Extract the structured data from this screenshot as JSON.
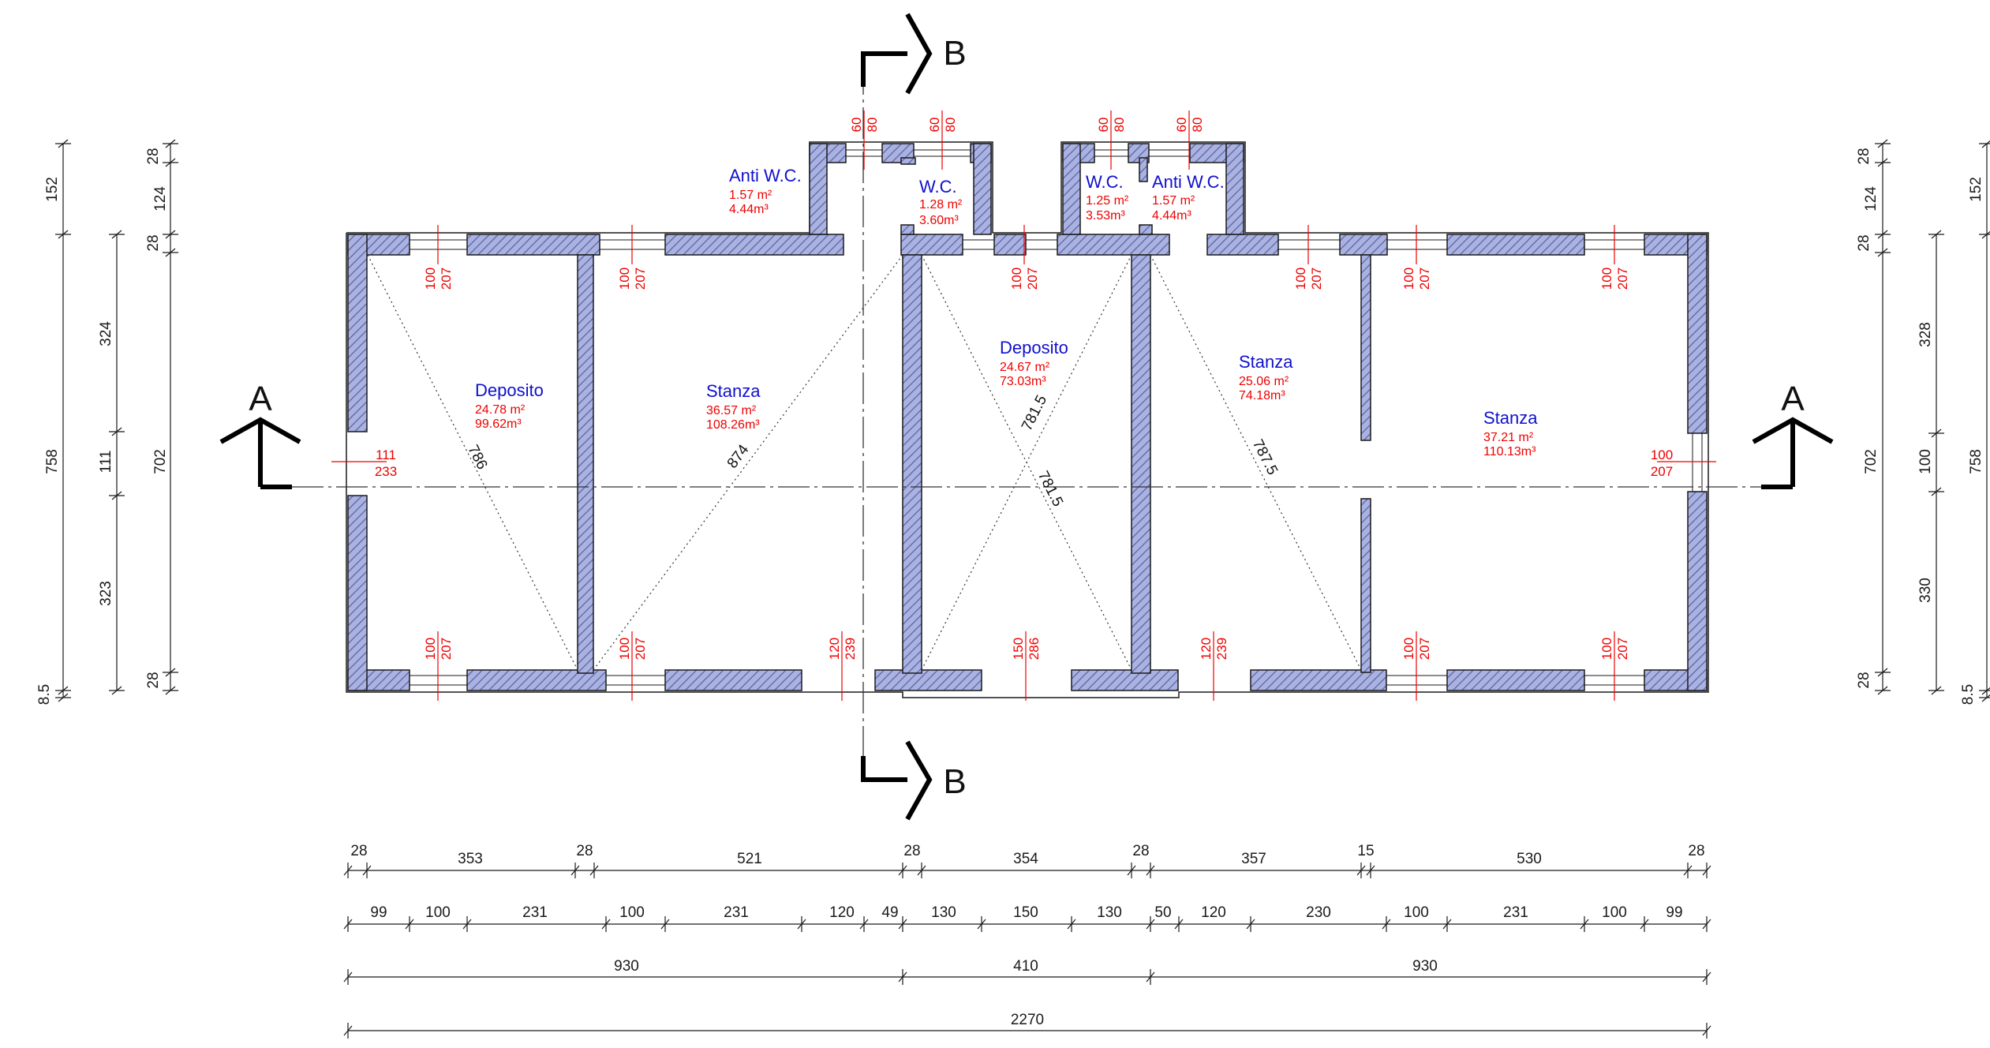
{
  "colors": {
    "wall_fill": "#aab2e0",
    "wall_hatch": "#5a62a8",
    "wall_stroke": "#1a1a1a",
    "room_label": "#1010cc",
    "opening_label": "#ee0000",
    "dimension": "#1a1a1a"
  },
  "section_marks": {
    "a_left": "A",
    "a_right": "A",
    "b_top": "B",
    "b_bottom": "B"
  },
  "rooms": [
    {
      "name": "Deposito",
      "area": "24.78 m²",
      "volume": "99.62m³"
    },
    {
      "name": "Stanza",
      "area": "36.57 m²",
      "volume": "108.26m³"
    },
    {
      "name": "Anti W.C.",
      "area": "1.57 m²",
      "volume": "4.44m³"
    },
    {
      "name": "W.C.",
      "area": "1.28 m²",
      "volume": "3.60m³"
    },
    {
      "name": "Deposito",
      "area": "24.67 m²",
      "volume": "73.03m³"
    },
    {
      "name": "W.C.",
      "area": "1.25 m²",
      "volume": "3.53m³"
    },
    {
      "name": "Anti W.C.",
      "area": "1.57 m²",
      "volume": "4.44m³"
    },
    {
      "name": "Stanza",
      "area": "25.06 m²",
      "volume": "74.18m³"
    },
    {
      "name": "Stanza",
      "area": "37.21 m²",
      "volume": "110.13m³"
    }
  ],
  "diagonals": [
    "786",
    "874",
    "781.5",
    "781.5",
    "787.5"
  ],
  "openings": {
    "top_small": [
      [
        "60",
        "80"
      ],
      [
        "60",
        "80"
      ],
      [
        "60",
        "80"
      ],
      [
        "60",
        "80"
      ]
    ],
    "top": [
      [
        "100",
        "207"
      ],
      [
        "100",
        "207"
      ],
      [
        "100",
        "207"
      ],
      [
        "100",
        "207"
      ],
      [
        "100",
        "207"
      ],
      [
        "100",
        "207"
      ]
    ],
    "bottom": [
      [
        "100",
        "207"
      ],
      [
        "100",
        "207"
      ],
      [
        "120",
        "239"
      ],
      [
        "150",
        "286"
      ],
      [
        "120",
        "239"
      ],
      [
        "100",
        "207"
      ],
      [
        "100",
        "207"
      ]
    ],
    "left": [
      "111",
      "233"
    ],
    "right": [
      "100",
      "207"
    ]
  },
  "dimensions": {
    "bottom_row1": [
      "28",
      "353",
      "28",
      "521",
      "28",
      "354",
      "28",
      "357",
      "15",
      "530",
      "28"
    ],
    "bottom_row2": [
      "99",
      "100",
      "231",
      "100",
      "231",
      "120",
      "49",
      "130",
      "150",
      "130",
      "50",
      "120",
      "230",
      "100",
      "231",
      "100",
      "99"
    ],
    "bottom_row3": [
      "930",
      "410",
      "930"
    ],
    "bottom_row4": [
      "2270"
    ],
    "left_outer": [
      "152",
      "758",
      "8.5"
    ],
    "left_mid": [
      "324",
      "111",
      "323"
    ],
    "left_inner": [
      "28",
      "124",
      "28",
      "702",
      "28"
    ],
    "right_inner": [
      "28",
      "124",
      "28",
      "702",
      "28"
    ],
    "right_mid": [
      "328",
      "100",
      "330"
    ],
    "right_outer": [
      "152",
      "758",
      "8.5"
    ]
  }
}
